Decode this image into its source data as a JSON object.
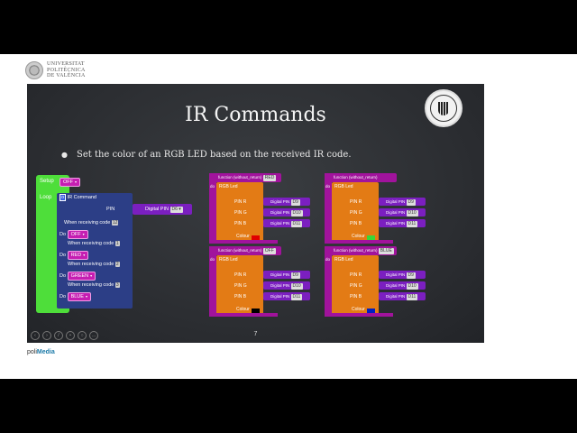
{
  "header": {
    "university_name": [
      "UNIVERSITAT",
      "POLITÈCNICA",
      "DE VALÈNCIA"
    ]
  },
  "slide": {
    "title": "IR Commands",
    "bullet": "Set the color of an RGB LED based on the received IR code.",
    "page_number": "7",
    "program": {
      "setup_label": "Setup",
      "setup_value": "OFF",
      "loop_label": "Loop",
      "ir_block": "IR Command",
      "pin_label": "PIN",
      "pin_block": "Digital PIN",
      "pin_value": "D6",
      "cases": [
        {
          "when": "When receiving code",
          "code": "12",
          "do": "Do",
          "value": "OFF"
        },
        {
          "when": "When receiving code",
          "code": "1",
          "do": "Do",
          "value": "RED"
        },
        {
          "when": "When receiving code",
          "code": "2",
          "do": "Do",
          "value": "GREEN"
        },
        {
          "when": "When receiving code",
          "code": "3",
          "do": "Do",
          "value": "BLUE"
        }
      ]
    },
    "functions": [
      {
        "header": "function (without_return)",
        "name": "RED",
        "colour": "#e00000"
      },
      {
        "header": "function (without_return)",
        "name": "GREEN",
        "colour": "#38d838"
      },
      {
        "header": "function (without_return)",
        "name": "OFF",
        "colour": "#000000"
      },
      {
        "header": "function (without_return)",
        "name": "BLUE",
        "colour": "#0020c0"
      }
    ],
    "fn_labels": {
      "do": "do",
      "led": "RGB Led",
      "pin_r": "PIN R",
      "pin_g": "PIN G",
      "pin_b": "PIN B",
      "colour": "Colour",
      "digital_pin": "Digital PIN",
      "pins": [
        "D9",
        "D10",
        "D11"
      ]
    }
  },
  "footer": {
    "brand_prefix": "poli",
    "brand_suffix": "Media"
  }
}
